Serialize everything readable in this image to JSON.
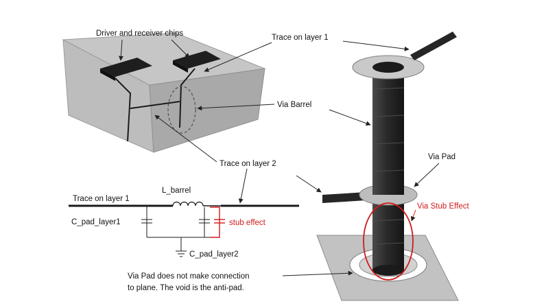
{
  "labels": {
    "driver_receiver_chips": "Driver and receiver chips",
    "trace_layer1_top": "Trace on layer 1",
    "via_barrel": "Via Barrel",
    "trace_layer2": "Trace on layer 2",
    "via_pad": "Via Pad",
    "via_stub_effect": "Via Stub Effect",
    "no_connection_line1": "Via Pad does not make connection",
    "no_connection_line2": "to plane. The void is the anti-pad."
  },
  "schematic": {
    "trace_layer1": "Trace on layer 1",
    "l_barrel": "L_barrel",
    "c_pad_layer1": "C_pad_layer1",
    "stub_effect": "stub effect",
    "c_pad_layer2": "C_pad_layer2"
  },
  "colors": {
    "stub_highlight": "#d11a1a",
    "conductor": "#222222",
    "board_top": "#c4c4c4",
    "board_side": "#a8a8a8",
    "pad": "#bdbdbd"
  }
}
